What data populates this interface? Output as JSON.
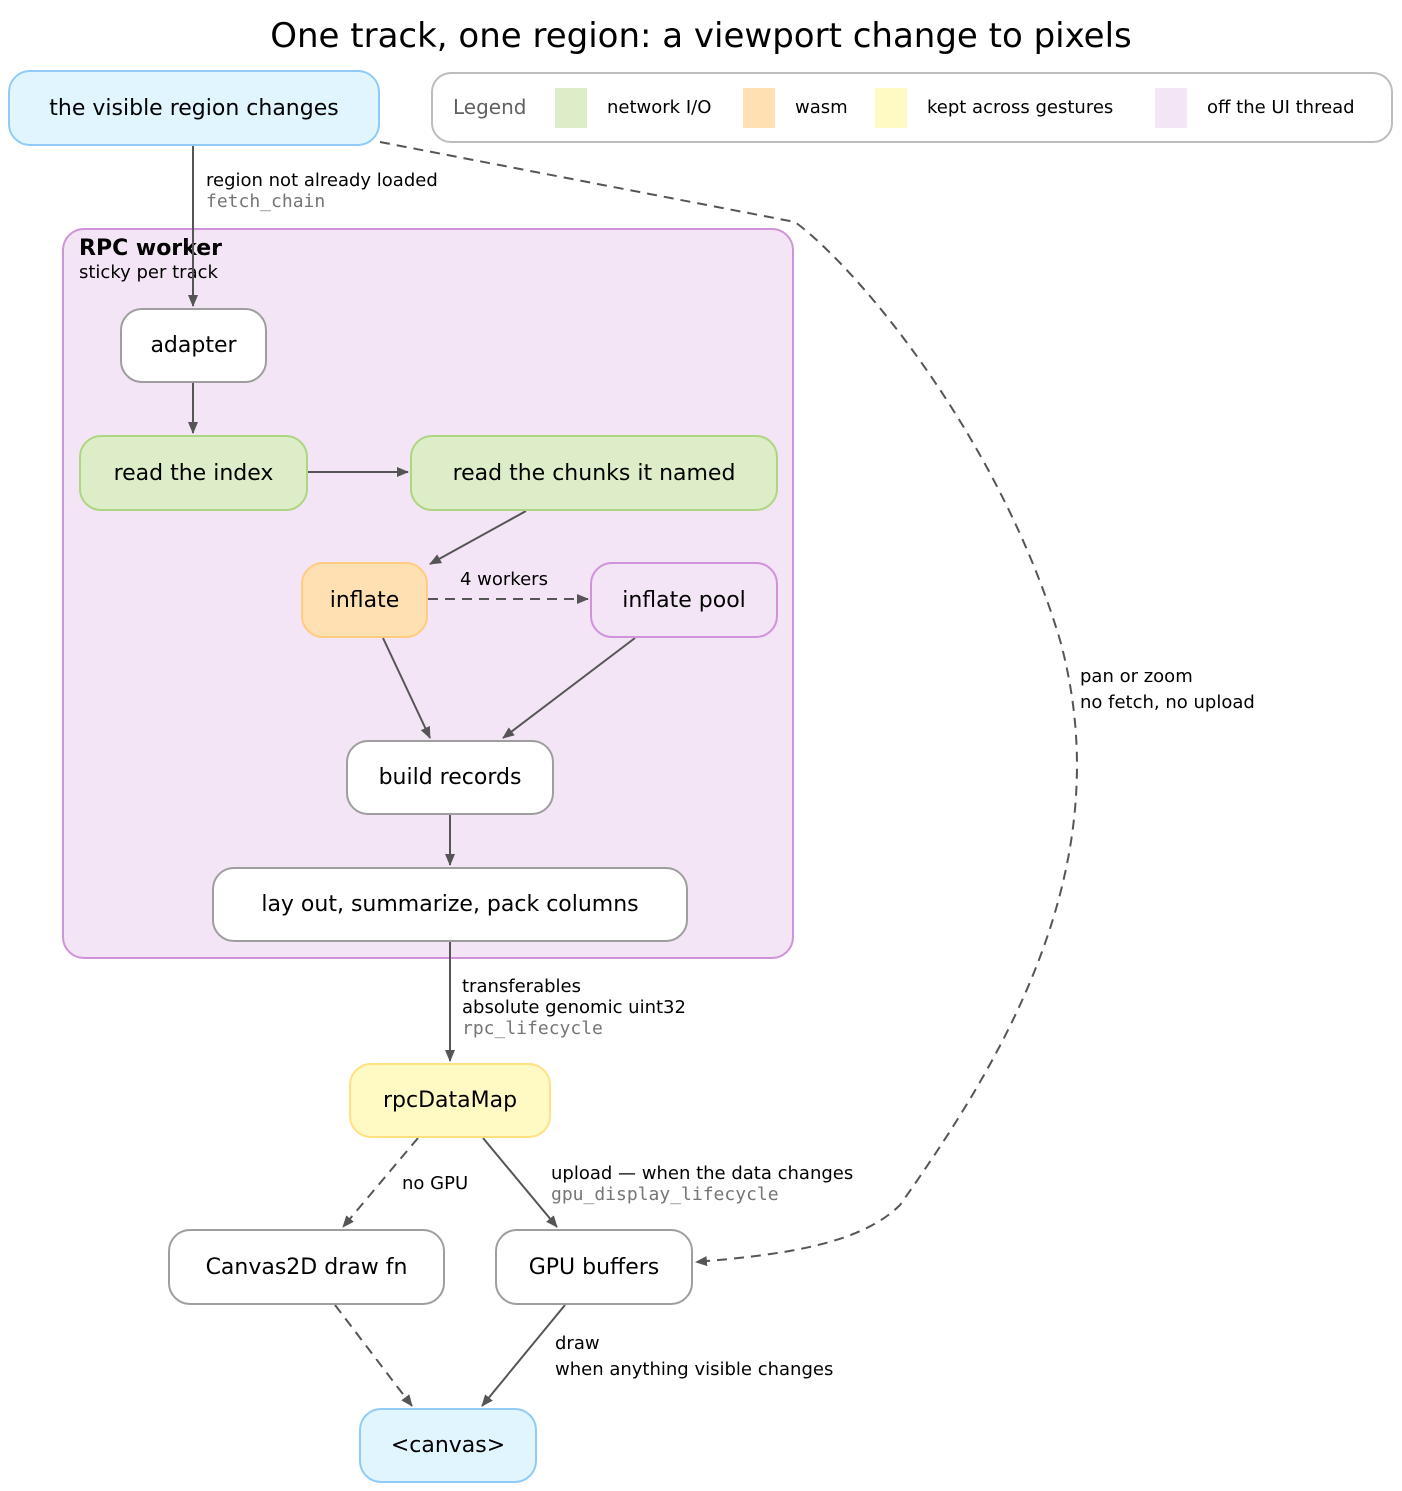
{
  "title": "One track, one region: a viewport change to pixels",
  "legend": {
    "title": "Legend",
    "items": [
      {
        "label": "network I/O",
        "color": "#dcedc8"
      },
      {
        "label": "wasm",
        "color": "#ffe0b2"
      },
      {
        "label": "kept across gestures",
        "color": "#fff9c4"
      },
      {
        "label": "off the UI thread",
        "color": "#f3e5f5"
      }
    ]
  },
  "cluster": {
    "title": "RPC worker",
    "subtitle": "sticky per track"
  },
  "nodes": {
    "region": "the visible region changes",
    "adapter": "adapter",
    "read_index": "read the index",
    "read_chunks": "read the chunks it named",
    "inflate": "inflate",
    "inflate_pool": "inflate pool",
    "build_records": "build records",
    "layout": "lay out, summarize, pack columns",
    "rpc_data_map": "rpcDataMap",
    "canvas2d": "Canvas2D draw fn",
    "gpu_buffers": "GPU buffers",
    "canvas": "<canvas>"
  },
  "edges": {
    "region_adapter": {
      "line1": "region not already loaded",
      "code": "fetch_chain"
    },
    "inflate_pool": {
      "line1": "4 workers"
    },
    "layout_map": {
      "line1": "transferables",
      "line2": "absolute genomic uint32",
      "code": "rpc_lifecycle"
    },
    "map_canvas2d": {
      "line1": "no GPU"
    },
    "map_gpu": {
      "line1": "upload — when the data changes",
      "code": "gpu_display_lifecycle"
    },
    "gpu_canvas": {
      "line1": "draw",
      "line2": "when anything visible changes"
    },
    "region_gpu": {
      "line1": "pan or zoom",
      "line2": "no fetch, no upload"
    }
  }
}
